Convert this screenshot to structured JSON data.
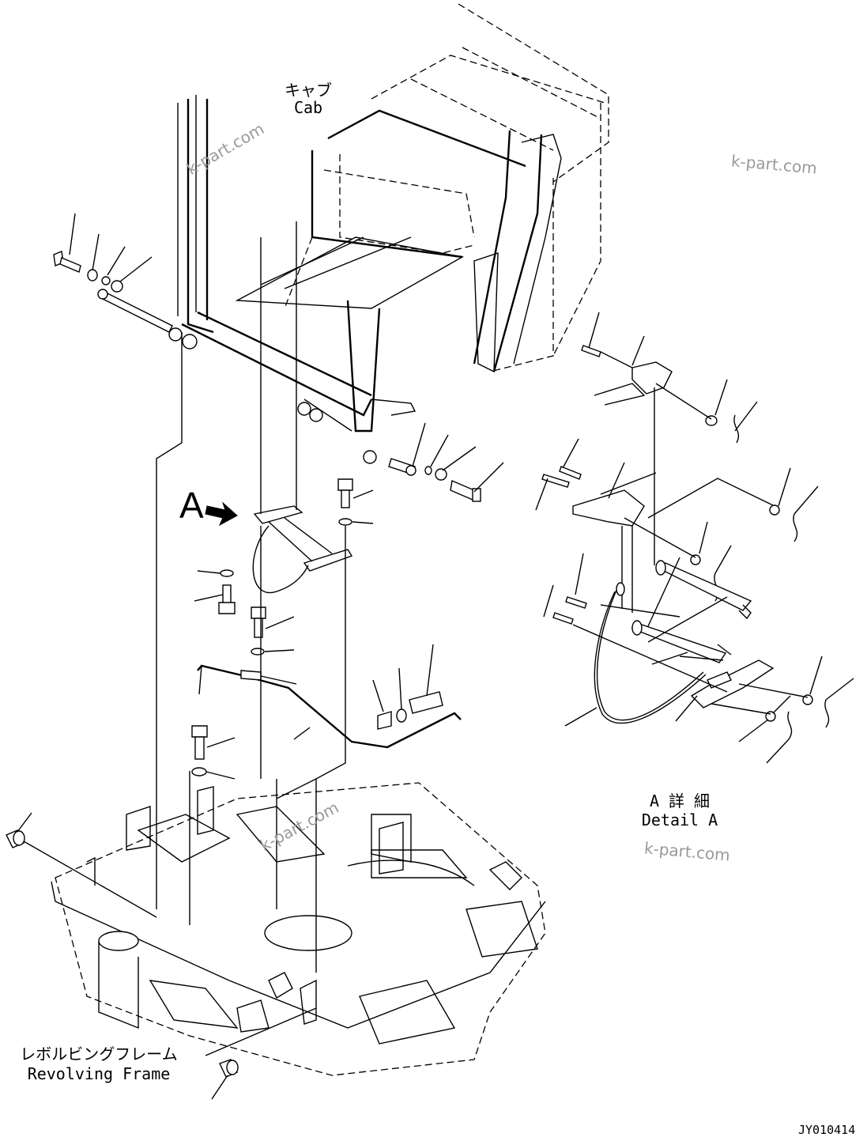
{
  "labels": {
    "cab_jp": "キャブ",
    "cab_en": "Cab",
    "frame_jp": "レボルビングフレーム",
    "frame_en": "Revolving Frame",
    "detail_jp": "A 詳 細",
    "detail_en": "Detail A",
    "view_marker": "A",
    "drawing_code": "JY010414"
  },
  "watermarks": [
    "k-part.com",
    "k-part.com",
    "k-part.com",
    "k-part.com"
  ]
}
